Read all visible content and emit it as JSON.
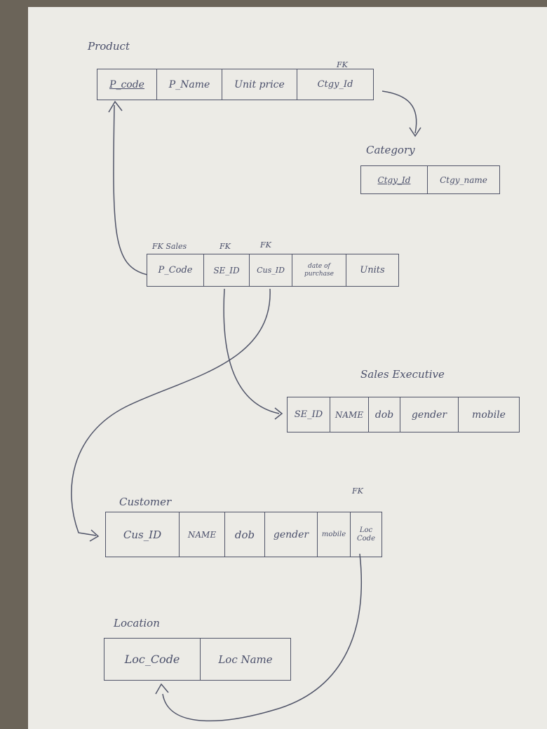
{
  "entities": {
    "product": {
      "title": "Product",
      "fk_label": "FK",
      "fields": [
        "P_code",
        "P_Name",
        "Unit price",
        "Ctgy_Id"
      ]
    },
    "category": {
      "title": "Category",
      "fields": [
        "Ctgy_Id",
        "Ctgy_name"
      ]
    },
    "sales": {
      "labels": [
        "FK Sales",
        "FK",
        "FK"
      ],
      "fields": [
        "P_Code",
        "SE_ID",
        "Cus_ID",
        "date of purchase",
        "Units"
      ]
    },
    "sales_executive": {
      "title": "Sales Executive",
      "fields": [
        "SE_ID",
        "NAME",
        "dob",
        "gender",
        "mobile"
      ]
    },
    "customer": {
      "title": "Customer",
      "fk_label": "FK",
      "fields": [
        "Cus_ID",
        "NAME",
        "dob",
        "gender",
        "mobile",
        "Loc Code"
      ]
    },
    "location": {
      "title": "Location",
      "fields": [
        "Loc_Code",
        "Loc Name"
      ]
    }
  },
  "colors": {
    "ink": "#4a4f6a",
    "paper": "#ecebe6",
    "background": "#6b6459"
  }
}
